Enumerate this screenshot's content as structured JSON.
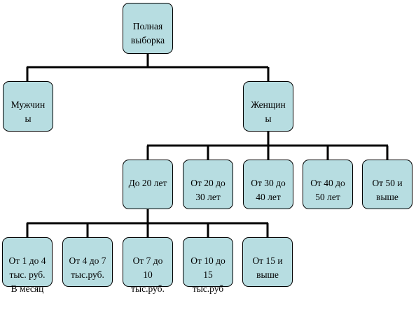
{
  "nodes": {
    "root": "Полная\nвыборка",
    "men": "Мужчин\nы",
    "women": "Женщин\nы",
    "age_under20": "До 20 лет",
    "age_20_30": "От 20 до\n30 лет",
    "age_30_40": "От 30 до\n40 лет",
    "age_40_50": "От 40 до\n50 лет",
    "age_50plus": "От 50 и\nвыше",
    "inc_1_4": "От 1 до 4\nтыс. руб.\nВ месяц",
    "inc_4_7": "От 4 до 7\nтыс.руб.",
    "inc_7_10": "От 7 до\n10\nтыс.руб.",
    "inc_10_15": "От 10 до\n15\nтыс.руб",
    "inc_15plus": "От 15 и\nвыше"
  },
  "colors": {
    "node_fill": "#b7dde1",
    "border": "#000000",
    "connector": "#000000"
  }
}
